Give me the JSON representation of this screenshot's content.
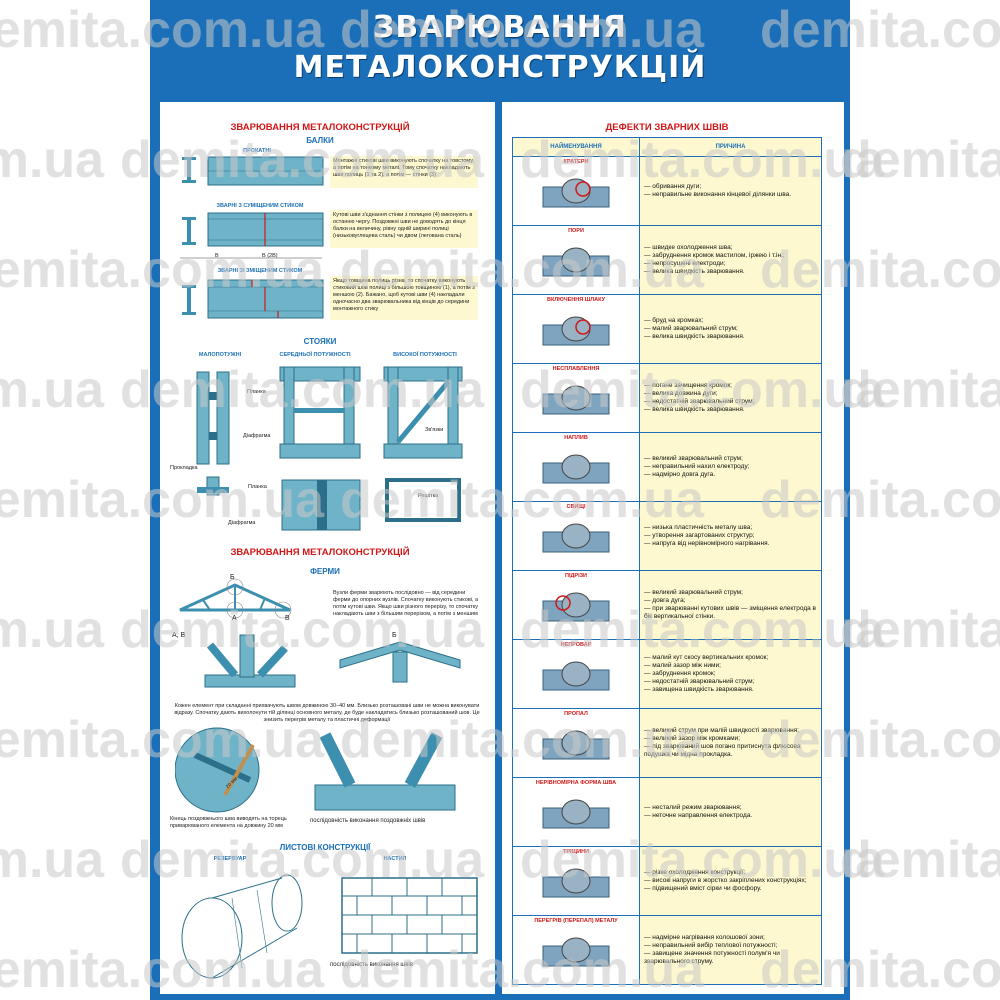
{
  "watermark": "demita.com.ua",
  "title": {
    "line1": "ЗВАРЮВАННЯ",
    "line2": "МЕТАЛОКОНСТРУКЦІЙ"
  },
  "left": {
    "section1_title": "ЗВАРЮВАННЯ МЕТАЛОКОНСТРУКЦІЙ",
    "beams_title": "БАЛКИ",
    "beam_rolled": "ПРОКАТНІ",
    "beam_combined": "ЗВАРНІ З СУМІЩЕНИМ СТИКОМ",
    "beam_offset": "ЗВАРНІ ЗІ ЗМІЩЕНИМ СТИКОМ",
    "note1": "Монтажні стикові шви виконують спочатку на товстому, а потім на тонкому металі. Тому спочатку накладають шви полиць (1 та 2), а потім — стінки (3)",
    "note2": "Кутові шви з'єднання стінки з полицею (4) виконують в останню чергу. Поздовжні шви не доводять до кінця балки на величину, рівну одній ширині полиці (низьковуглецева сталь) чи двом (легована сталь)",
    "note3": "Якщо товщина полиць різна, то спочатку виконують стиковий шов полиці з більшою товщиною (1), а потім з меншою (2). Бажано, щоб кутові шви (4) накладали одночасно два зварювальника від кінців до середини монтажного стику",
    "dim_b": "B",
    "dim_2b": "B (2B)",
    "columns_title": "СТОЯКИ",
    "col_low": "МАЛОПОТУЖНІ",
    "col_mid": "СЕРЕДНЬОЇ ПОТУЖНОСТІ",
    "col_high": "ВИСОКОЇ ПОТУЖНОСТІ",
    "lbl_planka": "Планка",
    "lbl_diafragma": "Діафрагма",
    "lbl_zvyazky": "Зв'язки",
    "lbl_prokladka": "Прокладка",
    "lbl_planka2": "Планка",
    "lbl_reshitka": "Решітка",
    "lbl_diafragma2": "Діафрагма",
    "section2_title": "ЗВАРЮВАННЯ МЕТАЛОКОНСТРУКЦІЙ",
    "truss_title": "ФЕРМИ",
    "truss_note": "Вузли ферми зварюють послідовно — від середини ферми до опорних вузлів. Спочатку виконують стикові, а потім кутові шви. Якщо шви різного перерізу, то спочатку накладають шви з більшим перерізом, а потім з меншим",
    "lbl_b": "Б",
    "lbl_a": "А",
    "lbl_v": "В",
    "lbl_av": "А, В",
    "lbl_b2": "Б",
    "truss_text": "Кожен елемент при складанні прихвачують швом довжиною 30–40 мм. Близько розташовані шви не можна виконувати відразу. Спочатку дають вихолонути тій ділянці основного металу, де буде накладатись близько розташований шов. Це знизить перегрів металу та пластичні деформації",
    "circle_caption": "Кінець поздовжнього шва виводять на торець приварюваного елемента на довжину 20 мм",
    "lbl_20mm": "20 мм",
    "seq_caption": "послідовність виконання поздовжніх швів",
    "sheet_title": "ЛИСТОВІ КОНСТРУКЦІЇ",
    "tank_label": "РЕЗЕРВУАР",
    "deck_label": "НАСТИЛ",
    "deck_caption": "послідовність виконання швів"
  },
  "right": {
    "title": "ДЕФЕКТИ ЗВАРНИХ ШВІВ",
    "col_name": "НАЙМЕНУВАННЯ",
    "col_cause": "ПРИЧИНА",
    "defects": [
      {
        "name": "КРАТЕРИ",
        "causes": [
          "— обривання дуги;",
          "— неправильне виконання кінцевої ділянки шва."
        ]
      },
      {
        "name": "ПОРИ",
        "causes": [
          "— швидке охолодження шва;",
          "— забруднення кромок мастилом, іржею і т.ін.;",
          "— непросушені електроди;",
          "— велика швидкість зварювання."
        ]
      },
      {
        "name": "ВКЛЮЧЕННЯ ШЛАКУ",
        "causes": [
          "— бруд на кромках;",
          "— малий зварювальний струм;",
          "— велика швидкість зварювання."
        ]
      },
      {
        "name": "НЕСПЛАВЛЕННЯ",
        "causes": [
          "— погане зачищення кромок;",
          "— велика довжина дуги;",
          "— недостатній зварювальний струм;",
          "— велика швидкість зварювання."
        ]
      },
      {
        "name": "НАПЛИВ",
        "causes": [
          "— великий зварювальний струм;",
          "— неправильний нахил електроду;",
          "— надмірно довга дуга."
        ]
      },
      {
        "name": "СВИЩІ",
        "causes": [
          "— низька пластичність металу шва;",
          "— утворення загартованих структур;",
          "— напруга від нерівномірного нагрівання."
        ]
      },
      {
        "name": "ПІДРІЗИ",
        "causes": [
          "— великий зварювальний струм;",
          "— довга дуга;",
          "— при зварюванні кутових швів — зміщення електрода в бік вертикальної стінки."
        ]
      },
      {
        "name": "НЕПРОВАР",
        "causes": [
          "— малий кут скосу вертикальних кромок;",
          "— малий зазор між ними;",
          "— забруднення кромок;",
          "— недостатній зварювальний струм;",
          "— завищена швидкість зварювання."
        ]
      },
      {
        "name": "ПРОПАЛ",
        "causes": [
          "— великий струм при малій швидкості зварювання;",
          "— великий зазор між кромками;",
          "— під зварюваний шов погано притиснута флюсова подушка чи мідна прокладка."
        ]
      },
      {
        "name": "НЕРІВНОМІРНА ФОРМА ШВА",
        "causes": [
          "— несталий режим зварювання;",
          "— неточне направлення електрода."
        ]
      },
      {
        "name": "ТРІЩИНИ",
        "causes": [
          "— різке охолодження конструкції;",
          "— високі напруги в жорстко закріплених конструкціях;",
          "— підвищений вміст сірки чи фосфору."
        ]
      },
      {
        "name": "ПЕРЕГРІВ (ПЕРЕПАЛ) МЕТАЛУ",
        "causes": [
          "— надмірне нагрівання колошової зони;",
          "— неправильний вибір теплової потужності;",
          "— завищене значення потужності полум'я чи зварювального струму."
        ]
      }
    ]
  },
  "colors": {
    "blue": "#1a6fb8",
    "steel": "#6fb3c8",
    "cream": "#fdf8cf",
    "red": "#d01818"
  }
}
